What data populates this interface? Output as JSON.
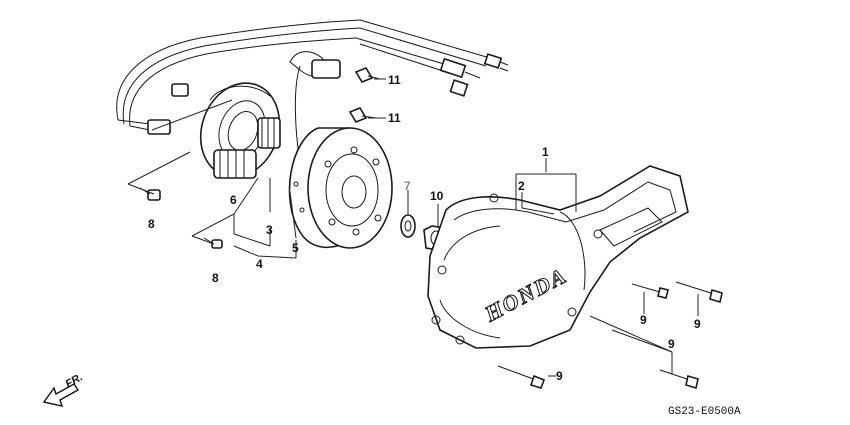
{
  "diagram": {
    "callouts": {
      "c1": "1",
      "c2": "2",
      "c3": "3",
      "c4": "4",
      "c5": "5",
      "c6": "6",
      "c7": "7",
      "c8a": "8",
      "c8b": "8",
      "c9a": "9",
      "c9b": "9",
      "c9c": "9",
      "c9d": "9",
      "c10": "10",
      "c11a": "11",
      "c11b": "11"
    },
    "cover_brand": "HONDA",
    "front_indicator": "FR.",
    "diagram_code": "GS23-E0500A"
  }
}
